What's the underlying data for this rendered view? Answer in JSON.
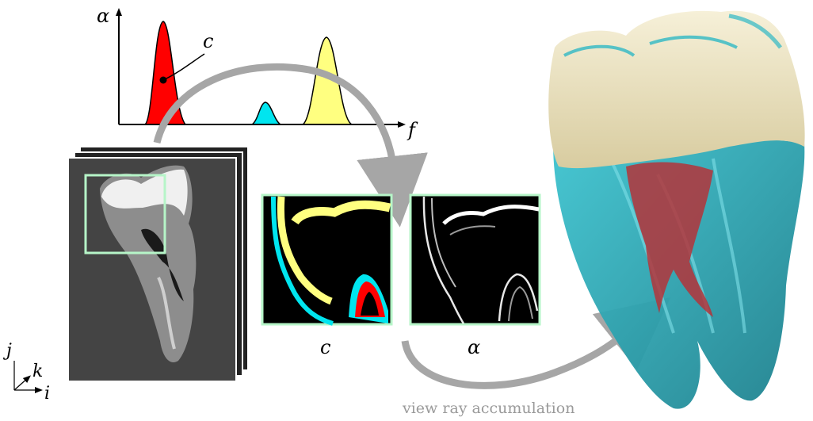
{
  "figure": {
    "tf_plot": {
      "y_axis_label": "α",
      "x_axis_label": "f",
      "peak_callout": "c",
      "peak_colors": [
        "#ff0000",
        "#00e0ee",
        "#ffff80"
      ]
    },
    "volume": {
      "axis_j": "j",
      "axis_k": "k",
      "axis_i": "i",
      "roi_color": "#b6f5c8"
    },
    "panels": {
      "classification_label": "c",
      "opacity_label": "α"
    },
    "render": {
      "caption": "view ray accumulation",
      "enamel_color": "#eee4c2",
      "root_color": "#2fb8c4",
      "pulp_color": "#b4343a"
    },
    "arrow_color": "#a6a6a6"
  }
}
